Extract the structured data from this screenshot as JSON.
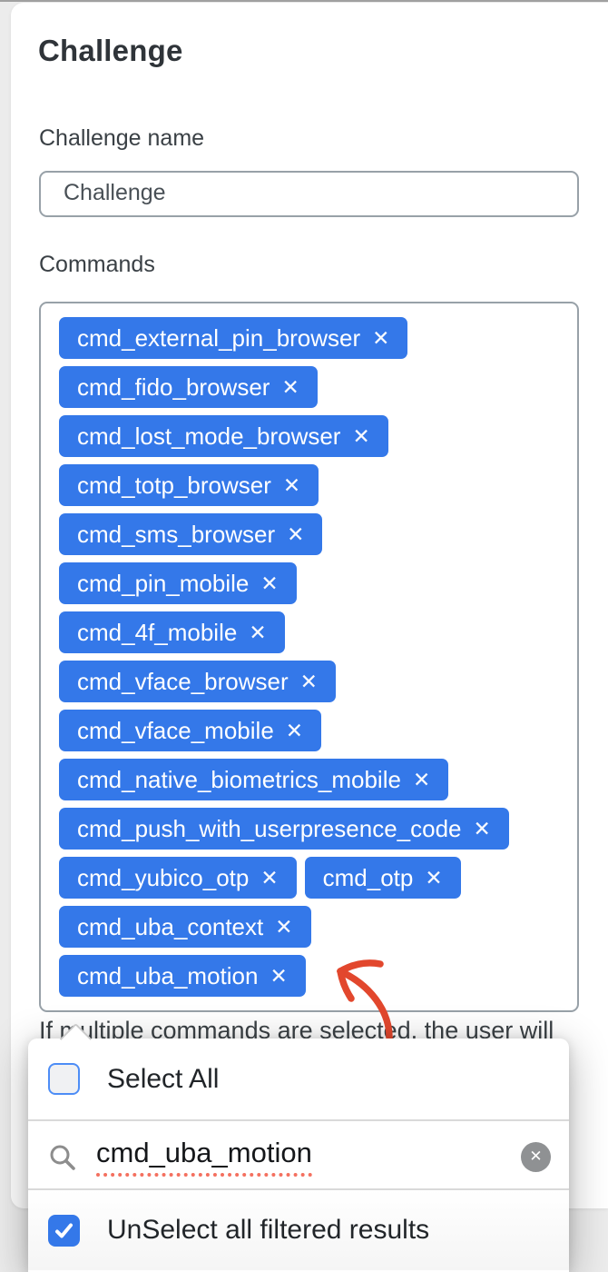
{
  "page": {
    "title": "Challenge",
    "name_field": {
      "label": "Challenge name",
      "value": "Challenge"
    },
    "commands_field": {
      "label": "Commands"
    },
    "helper_text": "If multiple commands are selected, the user will",
    "tag_remove_glyph": "✕",
    "tag_rows": [
      [
        "cmd_external_pin_browser"
      ],
      [
        "cmd_fido_browser"
      ],
      [
        "cmd_lost_mode_browser"
      ],
      [
        "cmd_totp_browser"
      ],
      [
        "cmd_sms_browser"
      ],
      [
        "cmd_pin_mobile"
      ],
      [
        "cmd_4f_mobile"
      ],
      [
        "cmd_vface_browser"
      ],
      [
        "cmd_vface_mobile"
      ],
      [
        "cmd_native_biometrics_mobile"
      ],
      [
        "cmd_push_with_userpresence_code"
      ],
      [
        "cmd_yubico_otp",
        "cmd_otp"
      ],
      [
        "cmd_uba_context"
      ],
      [
        "cmd_uba_motion"
      ]
    ],
    "dropdown": {
      "select_all": {
        "label": "Select All",
        "checked": false
      },
      "search": {
        "value": "cmd_uba_motion",
        "icon": "magnifier",
        "clear_glyph": "✕"
      },
      "unselect_filtered": {
        "label": "UnSelect all filtered results",
        "checked": true
      }
    },
    "annotation": {
      "type": "hand-drawn-arrow",
      "points_at": "cmd_uba_motion",
      "color": "#e2472d"
    },
    "colors": {
      "tag_blue": "#3478e9",
      "checkbox_blue": "#3478e9",
      "checkbox_border_blue": "#4d8df6",
      "input_border_gray": "#98a1a8",
      "divider_gray": "#d9d9d9",
      "arrow_red": "#e2472d",
      "spellcheck_red": "#f4705f",
      "page_bg": "#ececec"
    }
  }
}
